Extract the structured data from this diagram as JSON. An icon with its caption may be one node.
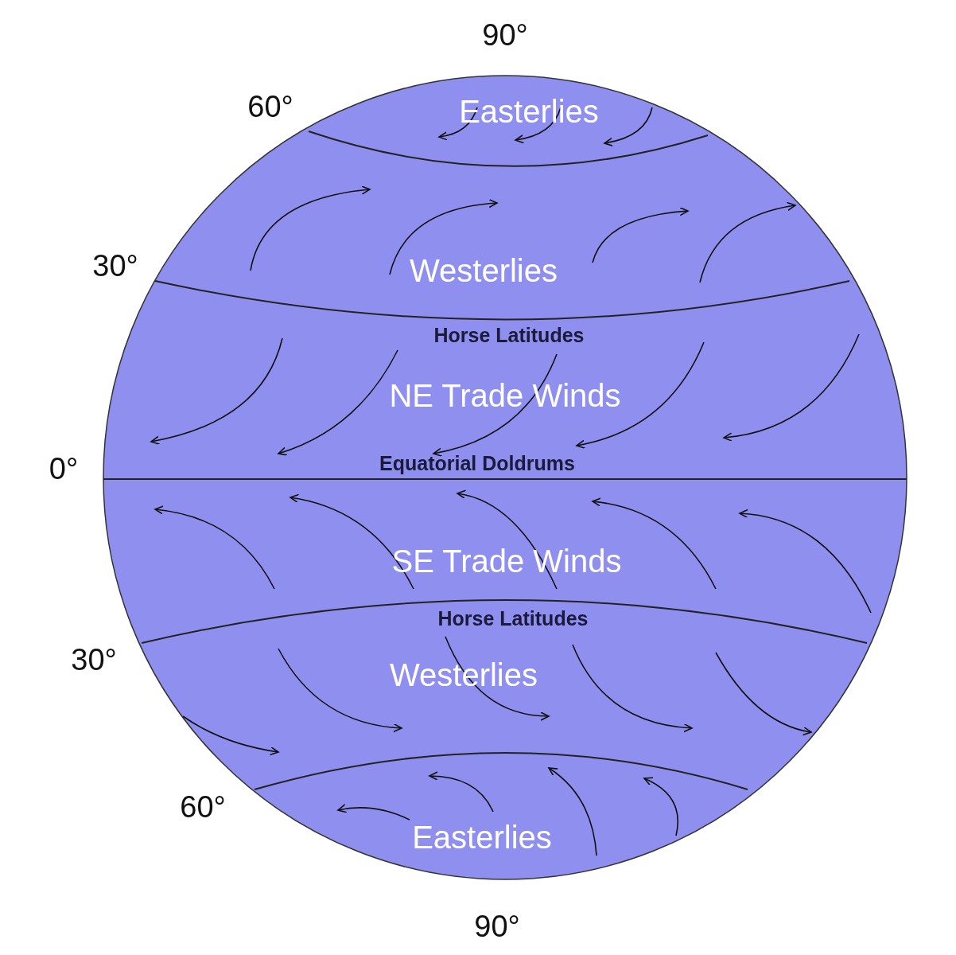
{
  "diagram": {
    "labels": [
      "90°",
      "60°",
      "Easterlies",
      "30°",
      "Westerlies",
      "Horse Latitudes",
      "NE Trade Winds",
      "0°",
      "Equatorial Doldrums",
      "SE Trade Winds",
      "Horse Latitudes",
      "30°",
      "Westerlies",
      "60°",
      "Easterlies",
      "90°"
    ]
  }
}
